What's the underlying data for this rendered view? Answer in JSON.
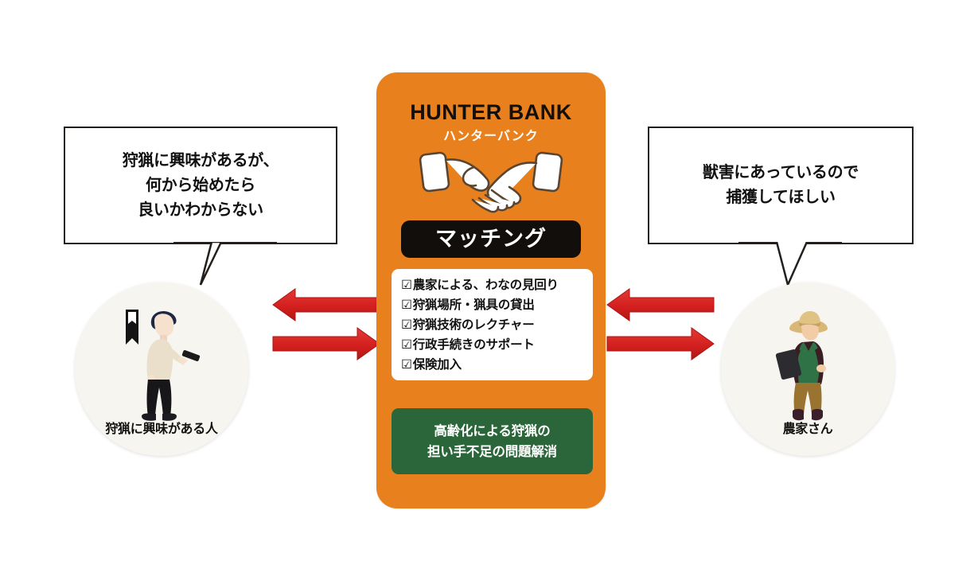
{
  "center": {
    "brand_en": "HUNTER BANK",
    "brand_ja": "ハンターバンク",
    "matching_label": "マッチング",
    "handshake_icon": "handshake-icon",
    "services": [
      {
        "check": "☑",
        "text": "農家による、わなの見回り"
      },
      {
        "check": "☑",
        "text": "狩猟場所・猟具の貸出"
      },
      {
        "check": "☑",
        "text": "狩猟技術のレクチャー"
      },
      {
        "check": "☑",
        "text": "行政手続きのサポート"
      },
      {
        "check": "☑",
        "text": "保険加入"
      }
    ],
    "outcome_line1": "高齢化による狩猟の",
    "outcome_line2": "担い手不足の問題解消"
  },
  "left": {
    "bubble_line1": "狩猟に興味があるが、",
    "bubble_line2": "何から始めたら",
    "bubble_line3": "良いかわからない",
    "persona_caption": "狩猟に興味がある人",
    "persona_icon": "young-person-with-phone-icon",
    "badge_icon": "beginner-mark-icon"
  },
  "right": {
    "bubble_line1": "獣害にあっているので",
    "bubble_line2": "捕獲してほしい",
    "persona_caption": "農家さん",
    "persona_icon": "farmer-with-tablet-icon"
  },
  "arrows": {
    "left_pair": [
      "arrow-left-icon",
      "arrow-right-icon"
    ],
    "right_pair": [
      "arrow-left-icon",
      "arrow-right-icon"
    ]
  },
  "colors": {
    "panel_orange": "#E8801E",
    "outcome_green": "#2A6639",
    "arrow_red": "#D42226",
    "pill_black": "#110E0B",
    "circle_cream": "#F7F5EF",
    "bubble_border": "#231F1C"
  }
}
